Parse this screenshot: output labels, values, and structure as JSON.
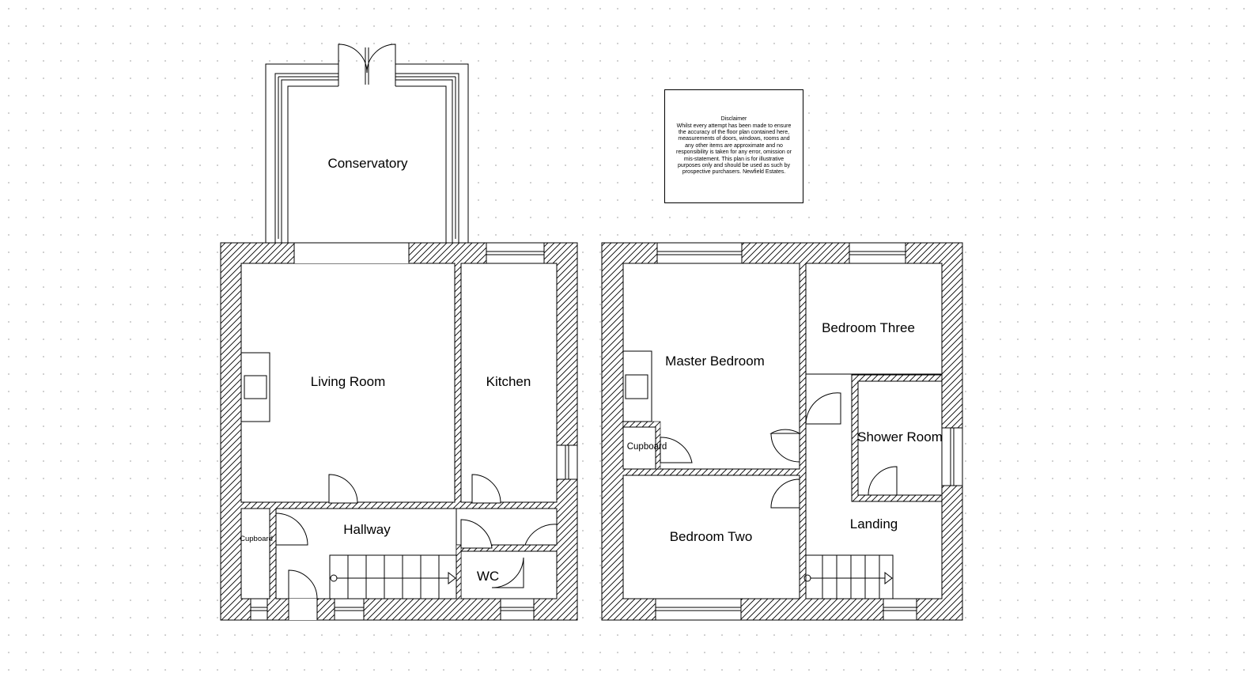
{
  "rooms": {
    "conservatory": "Conservatory",
    "living_room": "Living Room",
    "kitchen": "Kitchen",
    "hallway": "Hallway",
    "wc": "WC",
    "cupboard_ground": "Cupboard",
    "master_bedroom": "Master Bedroom",
    "bedroom_three": "Bedroom Three",
    "shower_room": "Shower Room",
    "cupboard_first": "Cupboard",
    "bedroom_two": "Bedroom Two",
    "landing": "Landing"
  },
  "disclaimer": {
    "title": "Disclaimer",
    "body": "Whilst every attempt has been made to ensure the accuracy of the floor plan contained here, measurements of doors, windows, rooms and any other items are approximate and no responsibility is taken for any error, omission or mis-statement. This plan is for illustrative purposes only and should be used as such by prospective purchasers. Newfield Estates."
  }
}
